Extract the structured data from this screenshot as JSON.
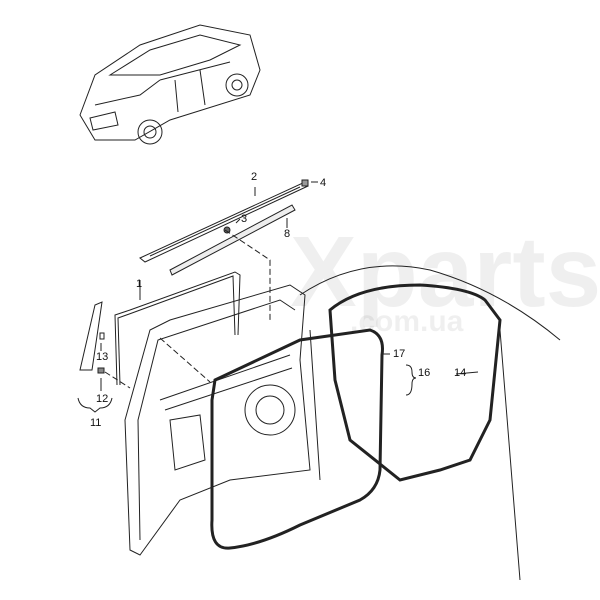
{
  "watermark": {
    "main": "Xparts",
    "sub": ".com.ua"
  },
  "callouts": [
    {
      "id": "1",
      "label": "1"
    },
    {
      "id": "2",
      "label": "2"
    },
    {
      "id": "3",
      "label": "3"
    },
    {
      "id": "4",
      "label": "4"
    },
    {
      "id": "8",
      "label": "8"
    },
    {
      "id": "11",
      "label": "11"
    },
    {
      "id": "12",
      "label": "12"
    },
    {
      "id": "13",
      "label": "13"
    },
    {
      "id": "14",
      "label": "14"
    },
    {
      "id": "16",
      "label": "16"
    },
    {
      "id": "17",
      "label": "17"
    }
  ]
}
